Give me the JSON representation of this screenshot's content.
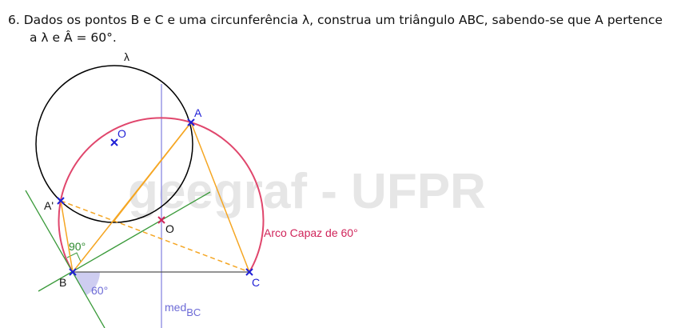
{
  "problem": {
    "number": "6.",
    "line1": "Dados os pontos B e C e uma circunferência λ, construa um triângulo ABC, sabendo-se que A pertence",
    "line2": "a λ e Â = 60°."
  },
  "watermark": "geegraf - UFPR",
  "labels": {
    "lambda": "λ",
    "A": "A",
    "A_prime": "A'",
    "B": "B",
    "C": "C",
    "O_circle": "O",
    "O_arc": "O",
    "angle_90": "90°",
    "angle_60": "60°",
    "arc_capaz": "Arco Capaz de 60°",
    "med_main": "med",
    "med_sub": "BC"
  },
  "colors": {
    "circle": "#000000",
    "arc": "#e0466c",
    "triangle": "#f5a623",
    "tangent_green": "#3a9a3a",
    "perp_bisector": "#9a98e6",
    "points": "#1f1fd6",
    "center_arc": "#d0245a",
    "baseline": "#555555",
    "angle_fill": "#c9c8ef",
    "label_green": "#2f8a2f",
    "label_red": "#d0245a"
  }
}
